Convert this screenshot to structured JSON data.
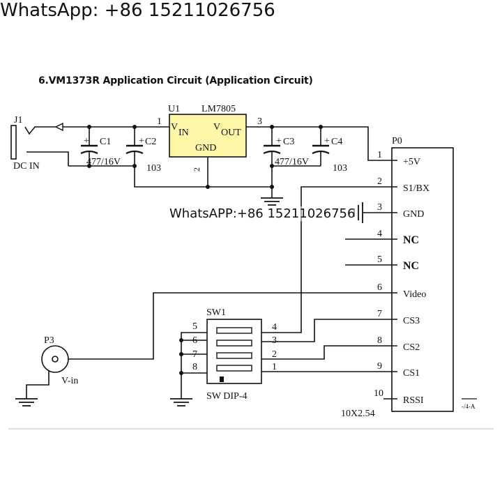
{
  "banner": "WhatsApp: +86 15211026756",
  "title": "6.VM1373R Application Circuit (Application Circuit)",
  "watermark": "WhatsAPP:+86 15211026756",
  "colors": {
    "regulator_fill": "#fff7a8",
    "line": "#111111",
    "background": "#ffffff"
  },
  "components": {
    "j1": {
      "ref": "J1",
      "label": "DC IN"
    },
    "u1": {
      "ref": "U1",
      "part": "LM7805",
      "vin": "V",
      "vin_sub": "IN",
      "vout": "V",
      "vout_sub": "OUT",
      "gnd": "GND",
      "pin_in": "1",
      "pin_gnd": "2",
      "pin_out": "3"
    },
    "c1": {
      "ref": "C1",
      "value": "477/16V",
      "polarity": "+"
    },
    "c2": {
      "ref": "C2",
      "value": "103",
      "polarity": "+"
    },
    "c3": {
      "ref": "C3",
      "value": "477/16V",
      "polarity": "+"
    },
    "c4": {
      "ref": "C4",
      "value": "103",
      "polarity": "+"
    },
    "sw1": {
      "ref": "SW1",
      "part": "SW DIP-4",
      "left_pins": [
        "5",
        "6",
        "7",
        "8"
      ],
      "right_pins": [
        "4",
        "3",
        "2",
        "1"
      ]
    },
    "p3": {
      "ref": "P3",
      "label": "V-in"
    },
    "p0": {
      "ref": "P0",
      "part": "10X2.54",
      "pins": [
        {
          "num": "1",
          "name": "+5V"
        },
        {
          "num": "2",
          "name": "S1/BX"
        },
        {
          "num": "3",
          "name": "GND"
        },
        {
          "num": "4",
          "name": "NC"
        },
        {
          "num": "5",
          "name": "NC"
        },
        {
          "num": "6",
          "name": "Video"
        },
        {
          "num": "7",
          "name": "CS3"
        },
        {
          "num": "8",
          "name": "CS2"
        },
        {
          "num": "9",
          "name": "CS1"
        },
        {
          "num": "10",
          "name": "RSSI"
        }
      ]
    },
    "corner_mark": "-/4-A"
  }
}
